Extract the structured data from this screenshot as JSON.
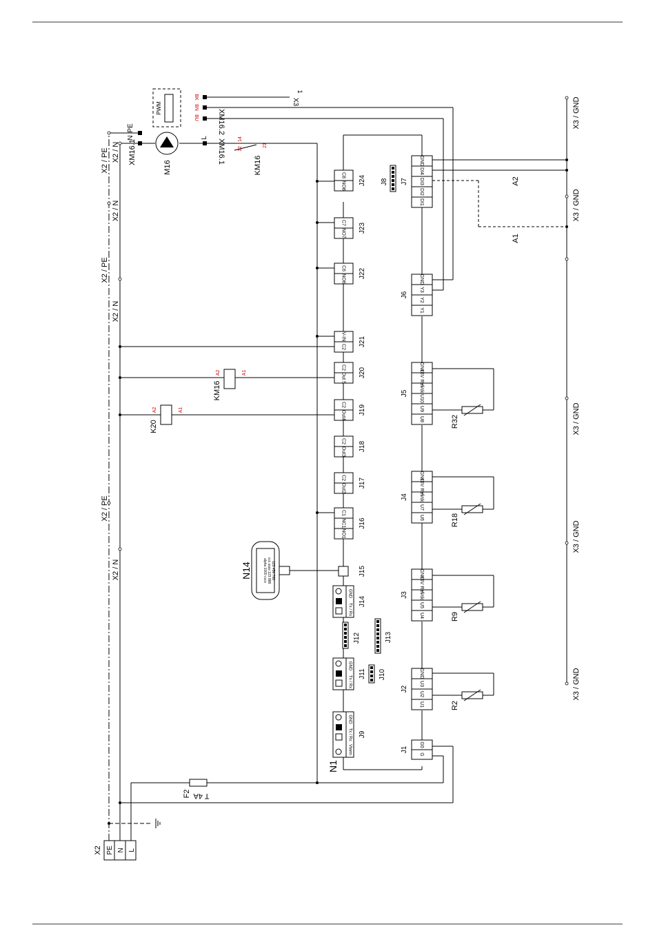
{
  "page": {
    "title": ""
  },
  "supply": {
    "terminal_block": "X2",
    "terminals": [
      "PE",
      "N",
      "L"
    ],
    "bus_labels": {
      "pe": "X2 / PE",
      "n": "X2 / N"
    },
    "gnd_bus": "X3 / GND"
  },
  "fuse": {
    "id": "F2",
    "rating": "T 4A"
  },
  "controller": {
    "id": "N1"
  },
  "display": {
    "id": "N14",
    "lines": [
      "alpha 1000 cccc",
      "ccc ssss 123 888",
      "123 456 789"
    ]
  },
  "pump": {
    "id": "M16",
    "pwm": "PWM",
    "plug1": "XM16.1",
    "plug2": "XM16.2",
    "plug1_pins": [
      "N",
      "PE",
      "L"
    ],
    "pwm_colors": [
      "BK",
      "BN",
      "BU"
    ],
    "x3_terminal": "X3",
    "x3_pin": "1"
  },
  "relays": [
    {
      "id": "KM16",
      "coil": [
        "A2",
        "A1"
      ]
    },
    {
      "id": "K20",
      "coil": [
        "A2",
        "A1"
      ]
    }
  ],
  "relay_contact": {
    "id": "KM16",
    "pins": [
      "12",
      "14",
      "21"
    ]
  },
  "sensors": [
    "R2",
    "R9",
    "R18",
    "R32"
  ],
  "outputs": {
    "J24": [
      "NO8",
      "C8"
    ],
    "J23": [
      "NO7",
      "C7"
    ],
    "J22": [
      "NO6",
      "C6"
    ],
    "J21": [
      "C2",
      "V-IN"
    ],
    "J20": [
      "Out 5",
      "C2"
    ],
    "J19": [
      "Out4",
      "C2"
    ],
    "J18": [
      "Out3",
      "C2"
    ],
    "J17": [
      "Out2",
      "C2"
    ],
    "J16": [
      "NO1",
      "NC1",
      "C1"
    ]
  },
  "serial": {
    "J14": [
      "Tx / Rx",
      "GND"
    ],
    "J11": [
      "Tx / Rx",
      "GND"
    ],
    "J9": [
      "Vterm",
      "Tx / Rx",
      "GND"
    ]
  },
  "headers": [
    "J8",
    "J10",
    "J12",
    "J13",
    "J15"
  ],
  "inputs": {
    "J1": [
      "G",
      "G0"
    ],
    "J2": [
      "U1",
      "U2",
      "U3",
      "GND"
    ],
    "J3": [
      "U4",
      "U5",
      "+Vdc",
      "+5V Ref",
      "GND"
    ],
    "J4": [
      "U6",
      "U7",
      "+Vdc",
      "+5V Ref",
      "GND"
    ],
    "J5": [
      "U8",
      "U9",
      "U10",
      "+Vdc",
      "+5V Ref",
      "GND"
    ],
    "J6": [
      "Y1",
      "Y2",
      "Y3",
      "GND"
    ],
    "J7": [
      "DI1",
      "DI2",
      "DI3",
      "DI4",
      "GND"
    ]
  },
  "signal_labels": {
    "a1": "A1",
    "a2": "A2"
  },
  "colors": {
    "line": "#000000",
    "pin_label": "#d10000",
    "rule": "#9a9a9a"
  }
}
